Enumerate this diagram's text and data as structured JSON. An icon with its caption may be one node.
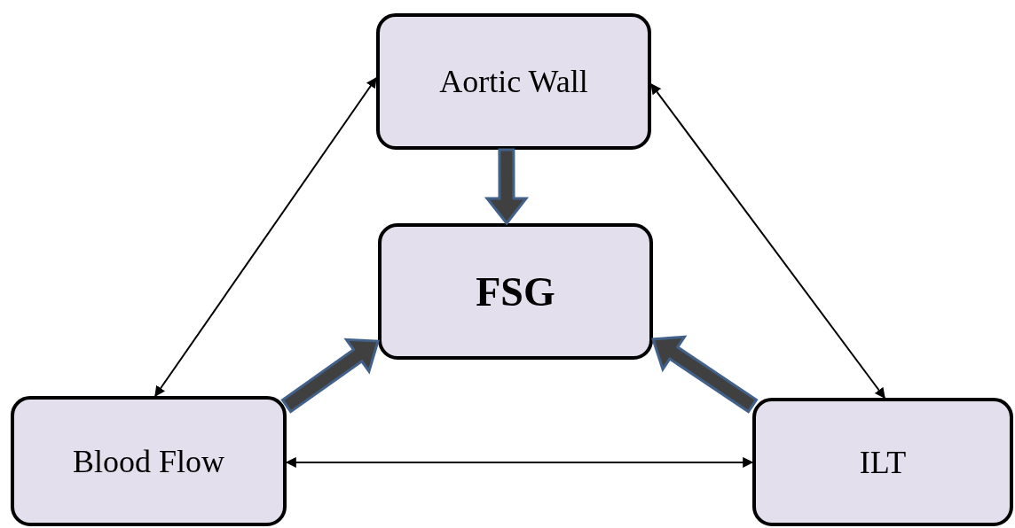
{
  "diagram": {
    "nodes": [
      {
        "text": [
          "Aortic Wall"
        ]
      },
      {
        "text": [
          "FSG"
        ]
      },
      {
        "text": [
          "Blood Flow"
        ]
      },
      {
        "text": [
          "ILT"
        ]
      }
    ],
    "edges": [
      {
        "from": 0,
        "to": 1,
        "arrow": "to",
        "style": "thick"
      },
      {
        "from": 2,
        "to": 1,
        "arrow": "to",
        "style": "thick"
      },
      {
        "from": 3,
        "to": 1,
        "arrow": "to",
        "style": "thick"
      },
      {
        "from": 0,
        "to": 2,
        "arrow": "both"
      },
      {
        "from": 0,
        "to": 3,
        "arrow": "both"
      },
      {
        "from": 2,
        "to": 3,
        "arrow": "both"
      }
    ]
  }
}
